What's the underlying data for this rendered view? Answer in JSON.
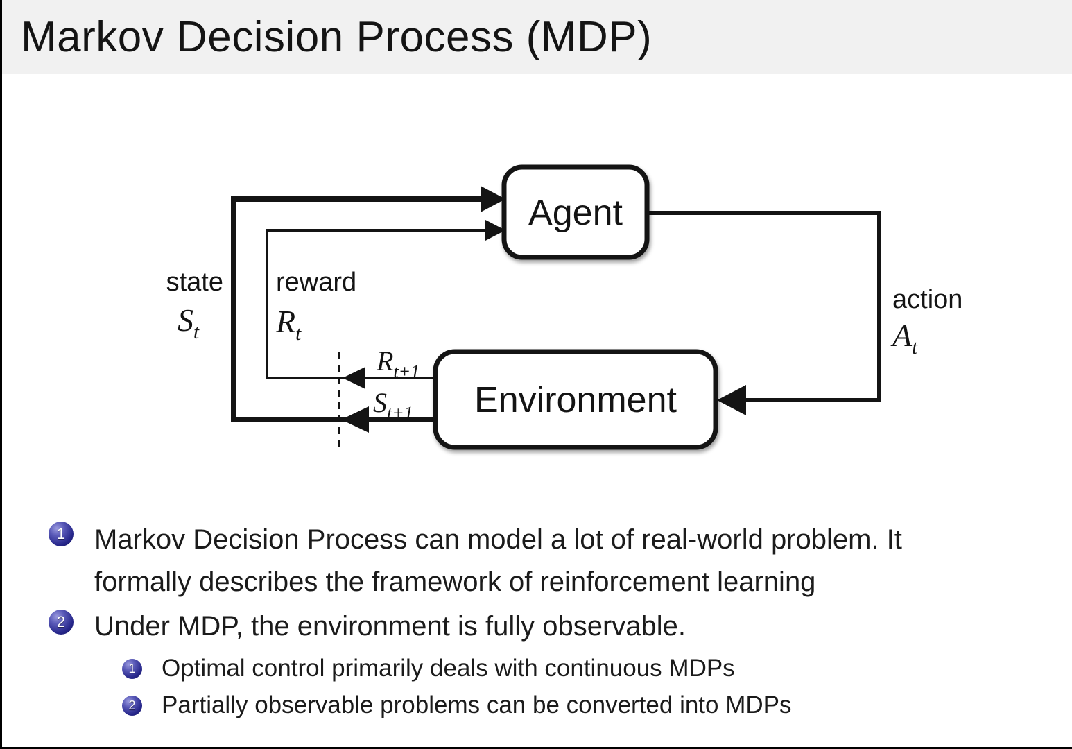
{
  "slide": {
    "title": "Markov Decision Process (MDP)"
  },
  "diagram": {
    "agent_label": "Agent",
    "environment_label": "Environment",
    "state_label": "state",
    "state_symbol": "S",
    "state_sub": "t",
    "reward_label": "reward",
    "reward_symbol": "R",
    "reward_sub": "t",
    "action_label": "action",
    "action_symbol": "A",
    "action_sub": "t",
    "next_reward_symbol": "R",
    "next_reward_sub": "t+1",
    "next_state_symbol": "S",
    "next_state_sub": "t+1"
  },
  "bullets": [
    {
      "number": "1",
      "lines": [
        "Markov Decision Process can model a lot of real-world problem. It",
        "formally describes the framework of reinforcement learning"
      ]
    },
    {
      "number": "2",
      "lines": [
        "Under MDP, the environment is fully observable."
      ]
    }
  ],
  "sub_bullets": [
    {
      "number": "1",
      "text": "Optimal control primarily deals with continuous MDPs"
    },
    {
      "number": "2",
      "text": "Partially observable problems can be converted into MDPs"
    }
  ],
  "colors": {
    "title_band_bg": "#f1f1f1",
    "slide_bg": "#ffffff",
    "text": "#1a1a1a",
    "diagram_stroke": "#141414",
    "bullet_ball_dark": "#14145a",
    "bullet_ball_light": "#9a9ade",
    "border": "#000000"
  }
}
